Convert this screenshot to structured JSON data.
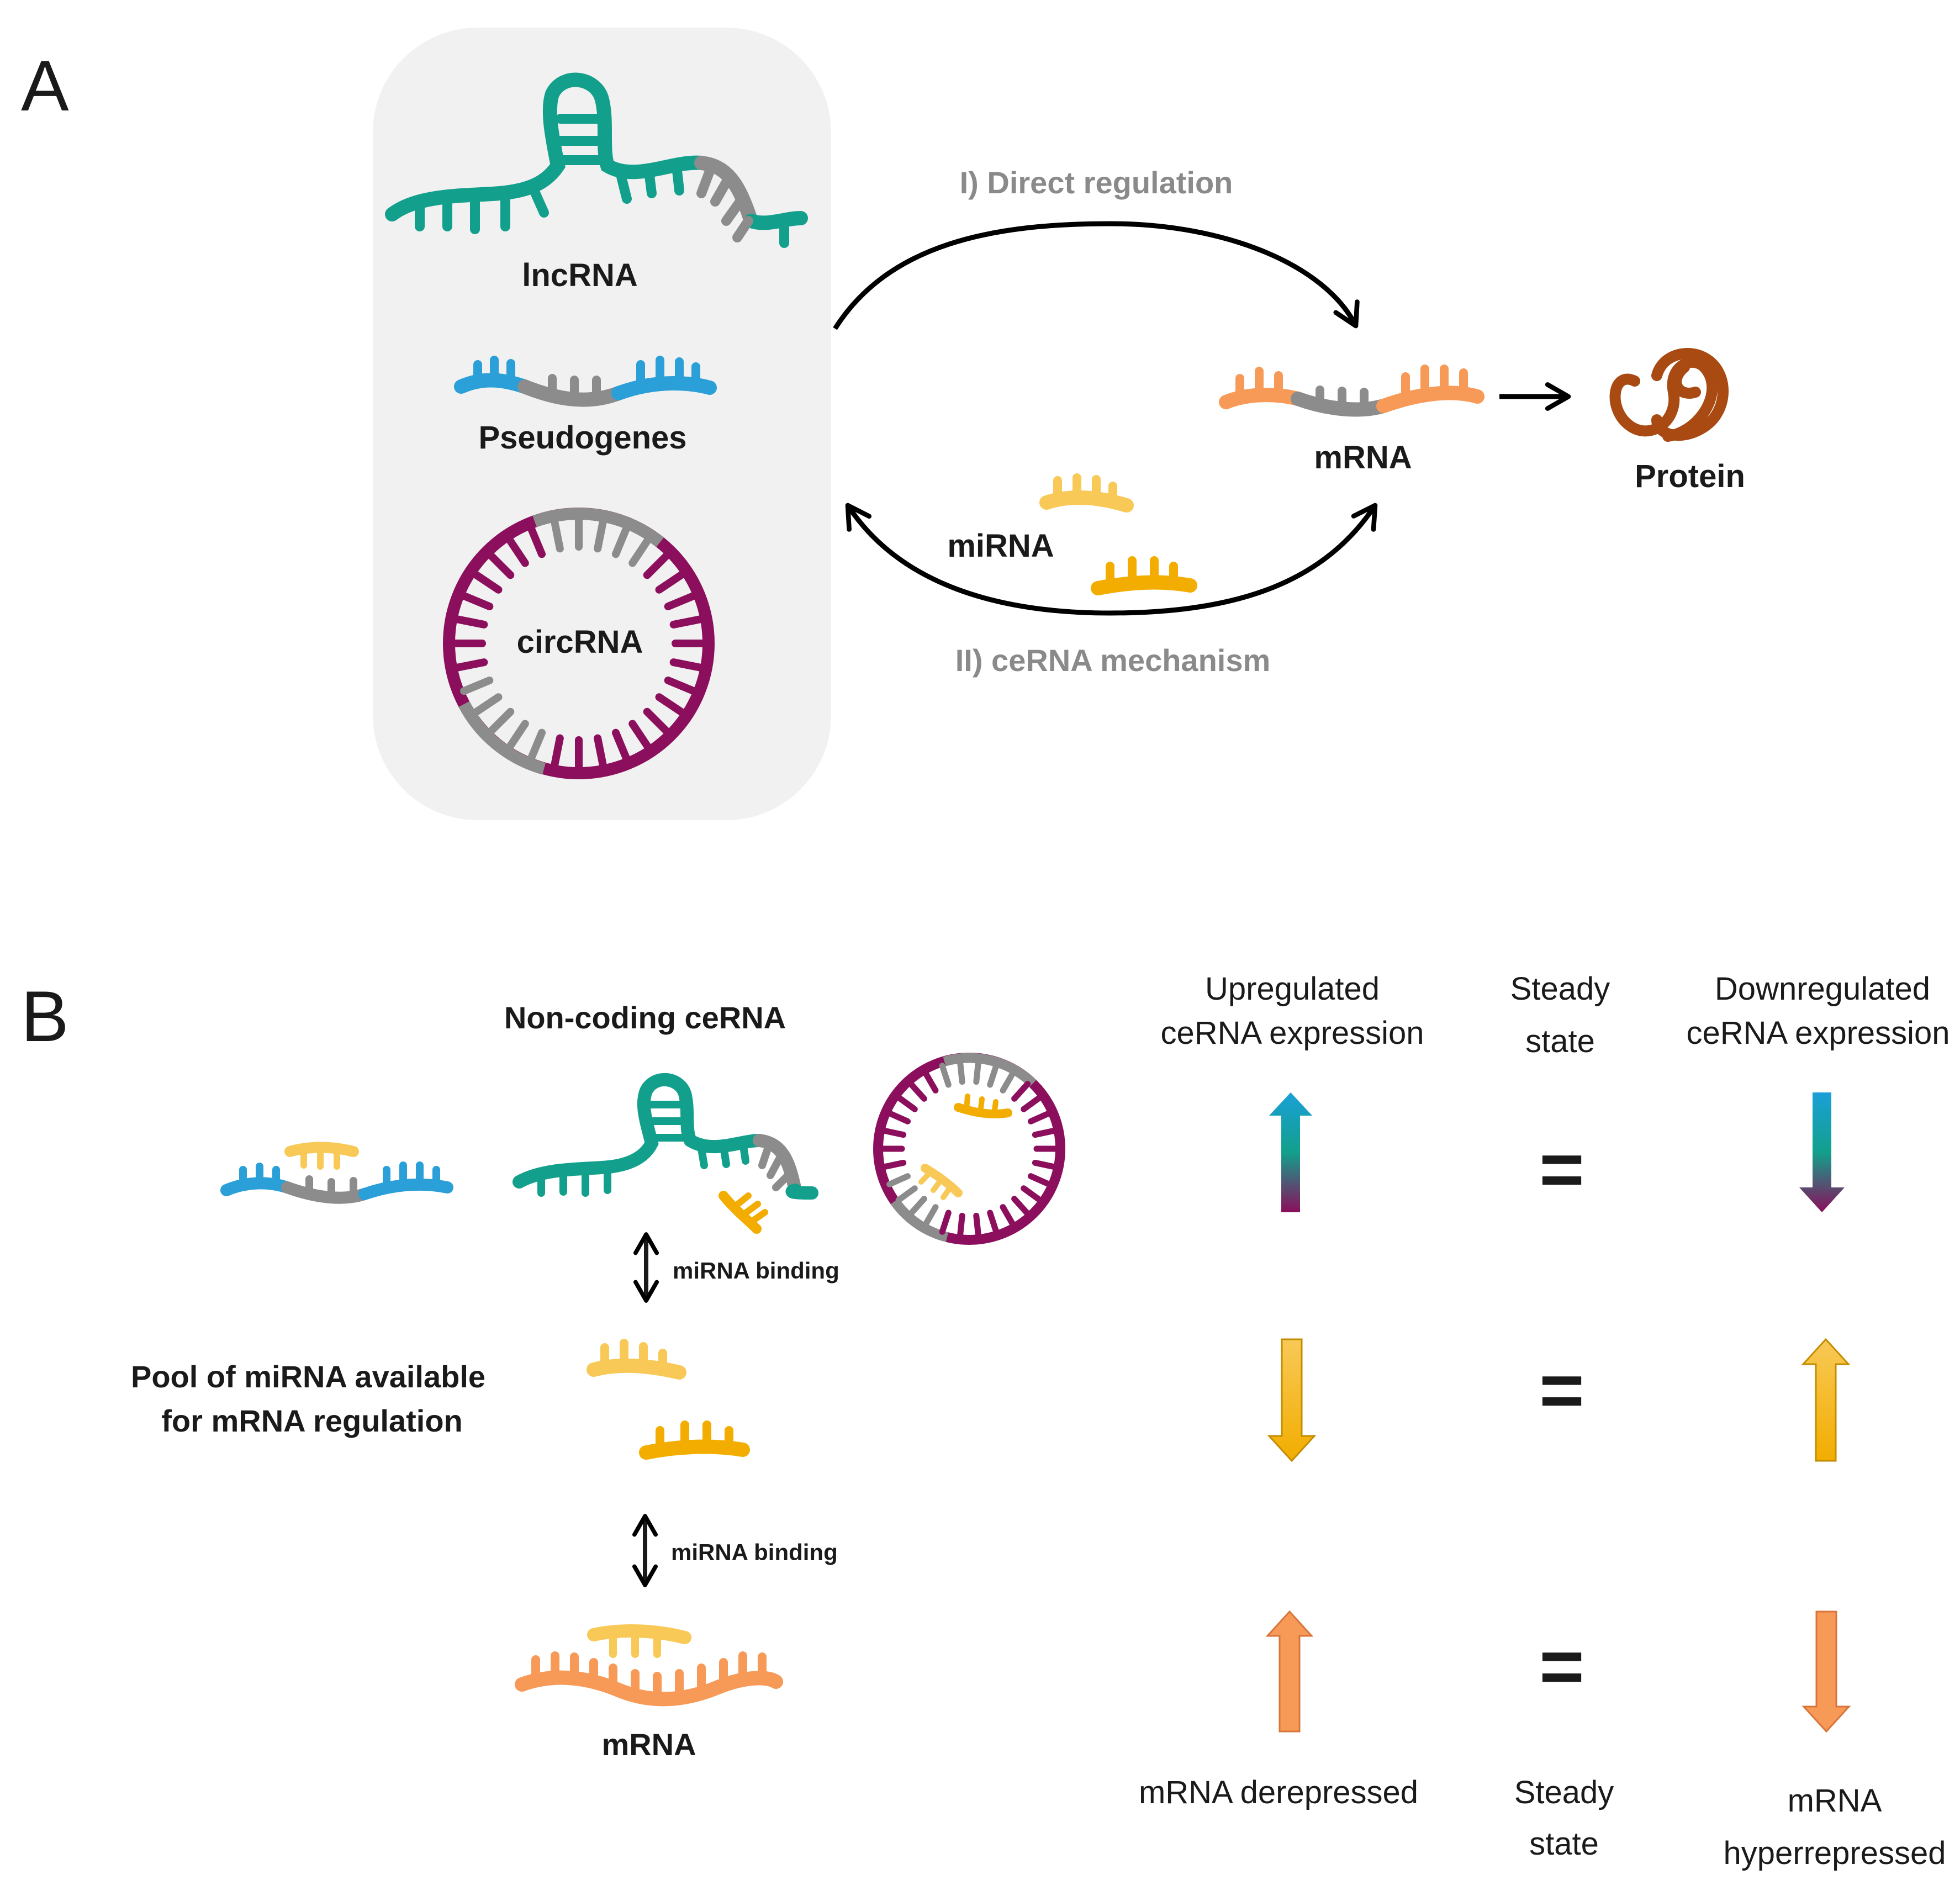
{
  "colors": {
    "teal": "#12a08c",
    "blue": "#2a9fd8",
    "grey": "#8c8c8c",
    "magenta": "#8b0f5c",
    "orange": "#f79a58",
    "yellow_light": "#f8c957",
    "yellow": "#f2ad00",
    "brown": "#a84a12",
    "panel_bg": "#f1f1f1"
  },
  "panel_a": {
    "label": "A",
    "lncrna": "lncRNA",
    "pseudogenes": "Pseudogenes",
    "circrna": "circRNA",
    "direct_regulation": "I) Direct regulation",
    "cerna_mechanism": "II) ceRNA mechanism",
    "mirna": "miRNA",
    "mrna": "mRNA",
    "protein": "Protein"
  },
  "panel_b": {
    "label": "B",
    "noncoding_title": "Non-coding ceRNA",
    "mirna_binding_1": "miRNA binding",
    "mirna_binding_2": "miRNA binding",
    "pool_line1": "Pool of miRNA available",
    "pool_line2": "for mRNA regulation",
    "mrna": "mRNA",
    "col_up_line1": "Upregulated",
    "col_up_line2": "ceRNA expression",
    "col_steady_line1": "Steady",
    "col_steady_line2": "state",
    "col_down_line1": "Downregulated",
    "col_down_line2": "ceRNA expression",
    "equals": "=",
    "bottom_derepressed": "mRNA derepressed",
    "bottom_steady_line1": "Steady",
    "bottom_steady_line2": "state",
    "bottom_hyper_line1": "mRNA",
    "bottom_hyper_line2": "hyperrepressed"
  }
}
